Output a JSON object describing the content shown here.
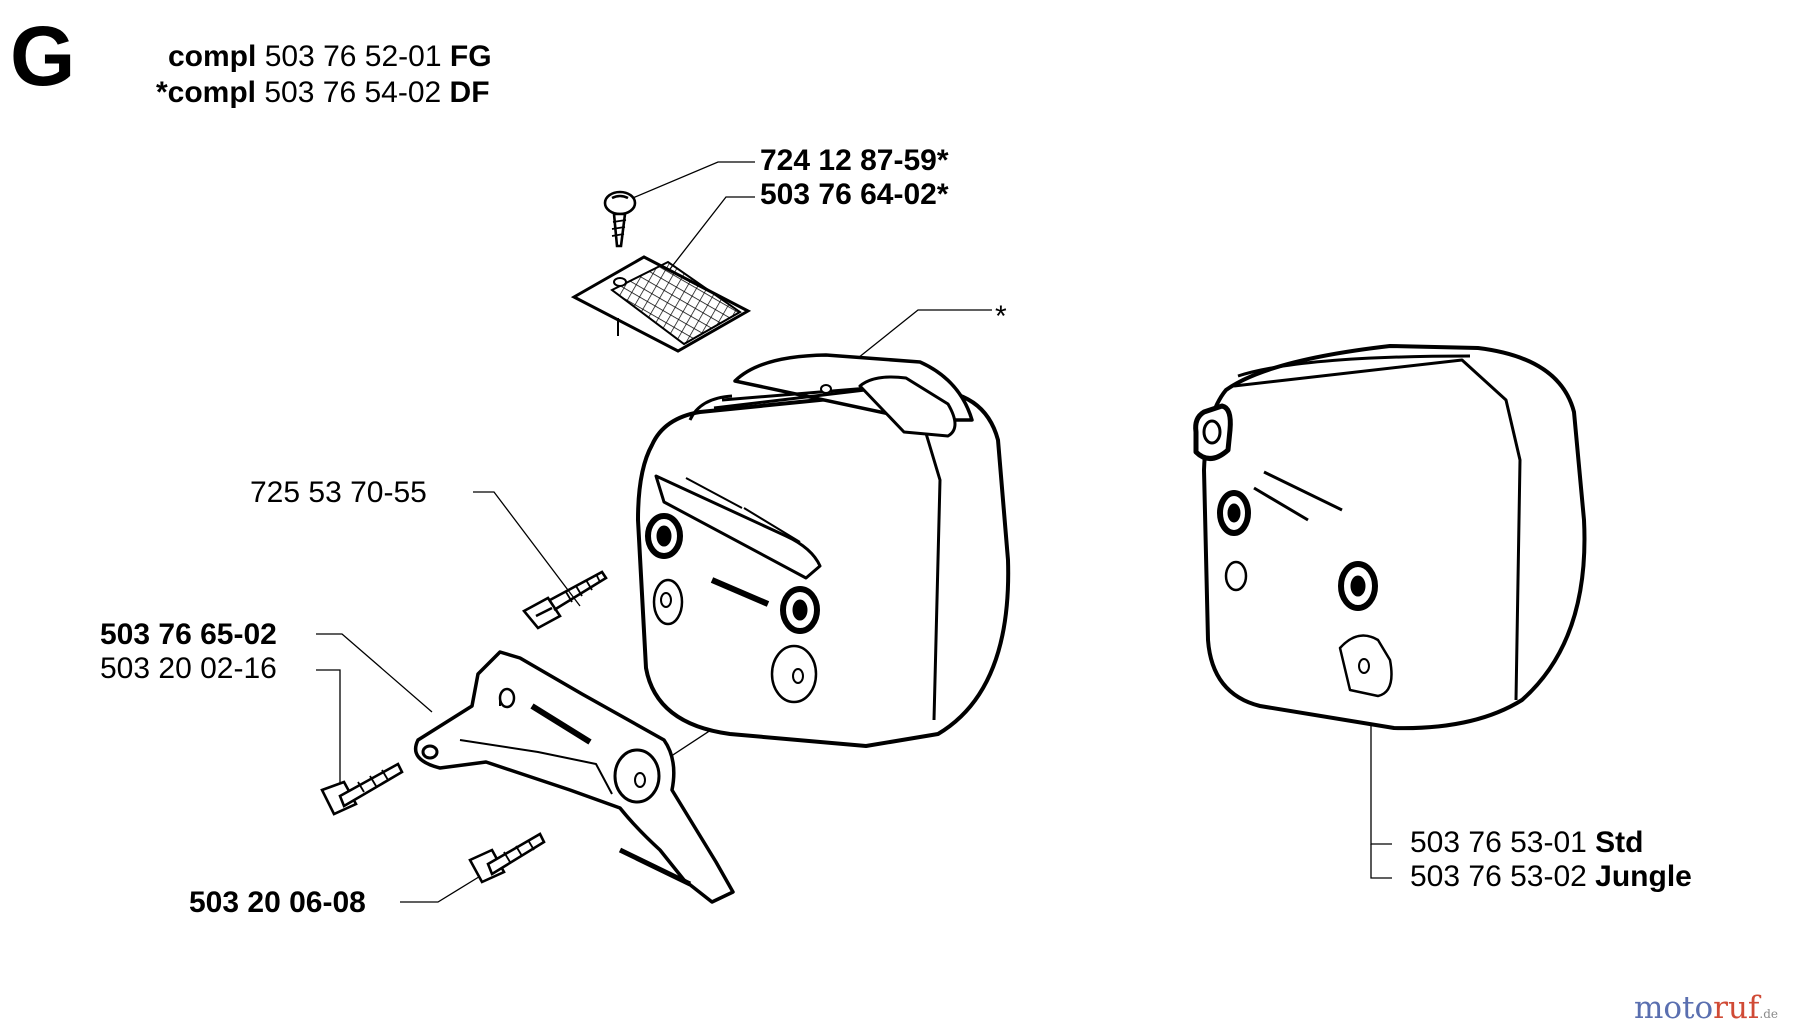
{
  "group": {
    "letter": "G"
  },
  "header": {
    "line1": {
      "pre": "compl",
      "num": "503 76 52-01",
      "suf": "FG"
    },
    "line2": {
      "pre": "*compl",
      "num": "503 76 54-02",
      "suf": "DF"
    }
  },
  "parts": {
    "p1": "724 12 87-59*",
    "p2": "503 76 64-02*",
    "p3": "*",
    "p4": "725 53 70-55",
    "p5": "503 76 65-02",
    "p6": "503 20 02-16",
    "p7": "503 20 06-08",
    "p8": {
      "num": "503 76 53-01",
      "suf": "Std"
    },
    "p9": {
      "num": "503 76 53-02",
      "suf": "Jungle"
    }
  },
  "watermark": {
    "a": "moto",
    "b": "ruf",
    "c": ".de"
  }
}
